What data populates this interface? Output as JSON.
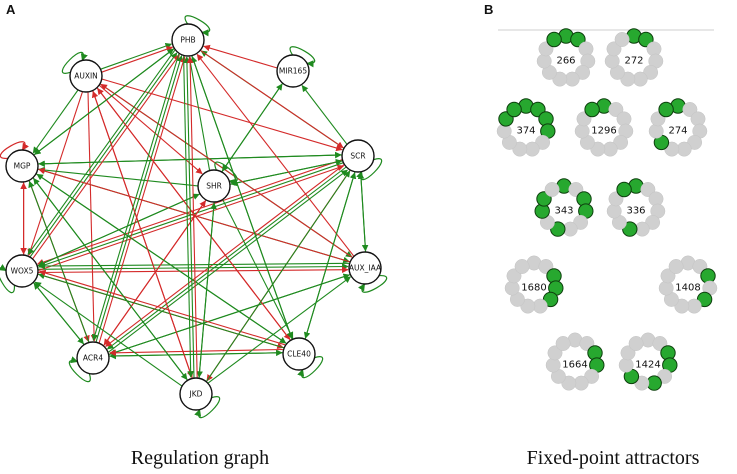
{
  "panels": {
    "a": {
      "letter": "A",
      "caption": "Regulation graph"
    },
    "b": {
      "letter": "B",
      "caption": "Fixed-point attractors"
    }
  },
  "colors": {
    "activation": "#1f8a1f",
    "inhibition": "#d42a2a",
    "on": "#27a82f",
    "off": "#d0d0d0",
    "node_stroke": "#111111"
  },
  "graph": {
    "nodes": [
      "PHB",
      "MIR165",
      "AUXIN",
      "MGP",
      "SCR",
      "SHR",
      "WOX5",
      "AUX_IAA",
      "ACR4",
      "CLE40",
      "JKD"
    ],
    "self_loops": [
      {
        "node": "PHB",
        "type": "activation"
      },
      {
        "node": "MIR165",
        "type": "activation"
      },
      {
        "node": "AUXIN",
        "type": "activation"
      },
      {
        "node": "MGP",
        "type": "inhibition"
      },
      {
        "node": "SCR",
        "type": "activation"
      },
      {
        "node": "SHR",
        "type": "activation"
      },
      {
        "node": "WOX5",
        "type": "activation"
      },
      {
        "node": "AUX_IAA",
        "type": "activation"
      },
      {
        "node": "ACR4",
        "type": "activation"
      },
      {
        "node": "CLE40",
        "type": "activation"
      },
      {
        "node": "JKD",
        "type": "activation"
      }
    ],
    "edges": [
      {
        "from": "AUXIN",
        "to": "PHB",
        "type": "activation"
      },
      {
        "from": "AUXIN",
        "to": "PHB",
        "type": "inhibition"
      },
      {
        "from": "AUXIN",
        "to": "MGP",
        "type": "activation"
      },
      {
        "from": "AUXIN",
        "to": "SHR",
        "type": "inhibition"
      },
      {
        "from": "AUXIN",
        "to": "WOX5",
        "type": "inhibition"
      },
      {
        "from": "AUXIN",
        "to": "ACR4",
        "type": "inhibition"
      },
      {
        "from": "AUXIN",
        "to": "JKD",
        "type": "inhibition"
      },
      {
        "from": "AUXIN",
        "to": "CLE40",
        "type": "inhibition"
      },
      {
        "from": "AUXIN",
        "to": "AUX_IAA",
        "type": "activation"
      },
      {
        "from": "AUXIN",
        "to": "SCR",
        "type": "inhibition"
      },
      {
        "from": "MGP",
        "to": "PHB",
        "type": "activation"
      },
      {
        "from": "MGP",
        "to": "WOX5",
        "type": "inhibition"
      },
      {
        "from": "MGP",
        "to": "ACR4",
        "type": "inhibition"
      },
      {
        "from": "MGP",
        "to": "SCR",
        "type": "activation"
      },
      {
        "from": "MGP",
        "to": "JKD",
        "type": "activation"
      },
      {
        "from": "MGP",
        "to": "CLE40",
        "type": "activation"
      },
      {
        "from": "MGP",
        "to": "AUX_IAA",
        "type": "activation"
      },
      {
        "from": "SCR",
        "to": "MGP",
        "type": "activation"
      },
      {
        "from": "SCR",
        "to": "PHB",
        "type": "activation"
      },
      {
        "from": "SCR",
        "to": "SHR",
        "type": "activation"
      },
      {
        "from": "SCR",
        "to": "MIR165",
        "type": "activation"
      },
      {
        "from": "SCR",
        "to": "WOX5",
        "type": "activation"
      },
      {
        "from": "SCR",
        "to": "WOX5",
        "type": "inhibition"
      },
      {
        "from": "SCR",
        "to": "ACR4",
        "type": "activation"
      },
      {
        "from": "SCR",
        "to": "ACR4",
        "type": "inhibition"
      },
      {
        "from": "SCR",
        "to": "JKD",
        "type": "inhibition"
      },
      {
        "from": "SCR",
        "to": "CLE40",
        "type": "activation"
      },
      {
        "from": "SCR",
        "to": "AUX_IAA",
        "type": "activation"
      },
      {
        "from": "SHR",
        "to": "SCR",
        "type": "activation"
      },
      {
        "from": "SHR",
        "to": "MGP",
        "type": "activation"
      },
      {
        "from": "SHR",
        "to": "PHB",
        "type": "activation"
      },
      {
        "from": "SHR",
        "to": "MIR165",
        "type": "activation"
      },
      {
        "from": "SHR",
        "to": "WOX5",
        "type": "activation"
      },
      {
        "from": "SHR",
        "to": "JKD",
        "type": "activation"
      },
      {
        "from": "SHR",
        "to": "CLE40",
        "type": "activation"
      },
      {
        "from": "SHR",
        "to": "ACR4",
        "type": "inhibition"
      },
      {
        "from": "WOX5",
        "to": "MGP",
        "type": "inhibition"
      },
      {
        "from": "WOX5",
        "to": "PHB",
        "type": "activation"
      },
      {
        "from": "WOX5",
        "to": "PHB",
        "type": "inhibition"
      },
      {
        "from": "WOX5",
        "to": "SHR",
        "type": "activation"
      },
      {
        "from": "WOX5",
        "to": "AUX_IAA",
        "type": "activation"
      },
      {
        "from": "WOX5",
        "to": "AUX_IAA",
        "type": "inhibition"
      },
      {
        "from": "WOX5",
        "to": "ACR4",
        "type": "activation"
      },
      {
        "from": "WOX5",
        "to": "CLE40",
        "type": "inhibition"
      },
      {
        "from": "WOX5",
        "to": "SCR",
        "type": "inhibition"
      },
      {
        "from": "AUX_IAA",
        "to": "WOX5",
        "type": "activation"
      },
      {
        "from": "AUX_IAA",
        "to": "SCR",
        "type": "activation"
      },
      {
        "from": "AUX_IAA",
        "to": "ACR4",
        "type": "activation"
      },
      {
        "from": "AUX_IAA",
        "to": "PHB",
        "type": "inhibition"
      },
      {
        "from": "AUX_IAA",
        "to": "AUXIN",
        "type": "inhibition"
      },
      {
        "from": "AUX_IAA",
        "to": "MGP",
        "type": "inhibition"
      },
      {
        "from": "ACR4",
        "to": "PHB",
        "type": "activation"
      },
      {
        "from": "ACR4",
        "to": "PHB",
        "type": "inhibition"
      },
      {
        "from": "ACR4",
        "to": "SCR",
        "type": "activation"
      },
      {
        "from": "ACR4",
        "to": "AUX_IAA",
        "type": "activation"
      },
      {
        "from": "ACR4",
        "to": "CLE40",
        "type": "activation"
      },
      {
        "from": "ACR4",
        "to": "WOX5",
        "type": "activation"
      },
      {
        "from": "ACR4",
        "to": "MGP",
        "type": "activation"
      },
      {
        "from": "ACR4",
        "to": "SHR",
        "type": "inhibition"
      },
      {
        "from": "CLE40",
        "to": "ACR4",
        "type": "activation"
      },
      {
        "from": "CLE40",
        "to": "ACR4",
        "type": "inhibition"
      },
      {
        "from": "CLE40",
        "to": "SCR",
        "type": "activation"
      },
      {
        "from": "CLE40",
        "to": "WOX5",
        "type": "activation"
      },
      {
        "from": "CLE40",
        "to": "WOX5",
        "type": "inhibition"
      },
      {
        "from": "CLE40",
        "to": "PHB",
        "type": "activation"
      },
      {
        "from": "CLE40",
        "to": "MGP",
        "type": "activation"
      },
      {
        "from": "CLE40",
        "to": "AUXIN",
        "type": "inhibition"
      },
      {
        "from": "JKD",
        "to": "PHB",
        "type": "activation"
      },
      {
        "from": "JKD",
        "to": "PHB",
        "type": "inhibition"
      },
      {
        "from": "JKD",
        "to": "SCR",
        "type": "activation"
      },
      {
        "from": "JKD",
        "to": "SHR",
        "type": "activation"
      },
      {
        "from": "JKD",
        "to": "WOX5",
        "type": "activation"
      },
      {
        "from": "JKD",
        "to": "MGP",
        "type": "activation"
      },
      {
        "from": "JKD",
        "to": "AUXIN",
        "type": "inhibition"
      },
      {
        "from": "JKD",
        "to": "AUX_IAA",
        "type": "activation"
      },
      {
        "from": "PHB",
        "to": "WOX5",
        "type": "activation"
      },
      {
        "from": "PHB",
        "to": "ACR4",
        "type": "activation"
      },
      {
        "from": "PHB",
        "to": "JKD",
        "type": "activation"
      },
      {
        "from": "PHB",
        "to": "SCR",
        "type": "inhibition"
      },
      {
        "from": "PHB",
        "to": "CLE40",
        "type": "activation"
      },
      {
        "from": "PHB",
        "to": "MGP",
        "type": "activation"
      },
      {
        "from": "MIR165",
        "to": "PHB",
        "type": "inhibition"
      },
      {
        "from": "MIR165",
        "to": "SHR",
        "type": "activation"
      }
    ]
  },
  "attractors": [
    {
      "label": "266",
      "states": [
        1,
        1,
        0,
        0,
        0,
        0,
        0,
        0,
        0,
        0,
        1
      ]
    },
    {
      "label": "272",
      "states": [
        1,
        1,
        0,
        0,
        0,
        0,
        0,
        0,
        0,
        0,
        0
      ]
    },
    {
      "label": "374",
      "states": [
        1,
        1,
        1,
        1,
        0,
        0,
        0,
        0,
        0,
        1,
        1
      ]
    },
    {
      "label": "1296",
      "states": [
        1,
        0,
        0,
        0,
        0,
        0,
        0,
        0,
        0,
        0,
        1
      ]
    },
    {
      "label": "274",
      "states": [
        1,
        0,
        0,
        0,
        0,
        0,
        0,
        1,
        0,
        0,
        1
      ]
    },
    {
      "label": "343",
      "states": [
        1,
        0,
        1,
        1,
        0,
        0,
        1,
        0,
        1,
        1,
        0
      ]
    },
    {
      "label": "336",
      "states": [
        1,
        0,
        0,
        0,
        0,
        0,
        1,
        0,
        0,
        0,
        1
      ]
    },
    {
      "label": "1680",
      "states": [
        0,
        0,
        1,
        1,
        1,
        0,
        0,
        0,
        0,
        0,
        0
      ]
    },
    {
      "label": "1408",
      "states": [
        0,
        0,
        1,
        0,
        1,
        0,
        0,
        0,
        0,
        0,
        0
      ]
    },
    {
      "label": "1664",
      "states": [
        0,
        0,
        1,
        1,
        0,
        0,
        0,
        0,
        0,
        0,
        0
      ]
    },
    {
      "label": "1424",
      "states": [
        0,
        0,
        1,
        1,
        0,
        1,
        0,
        1,
        0,
        0,
        0
      ]
    }
  ]
}
